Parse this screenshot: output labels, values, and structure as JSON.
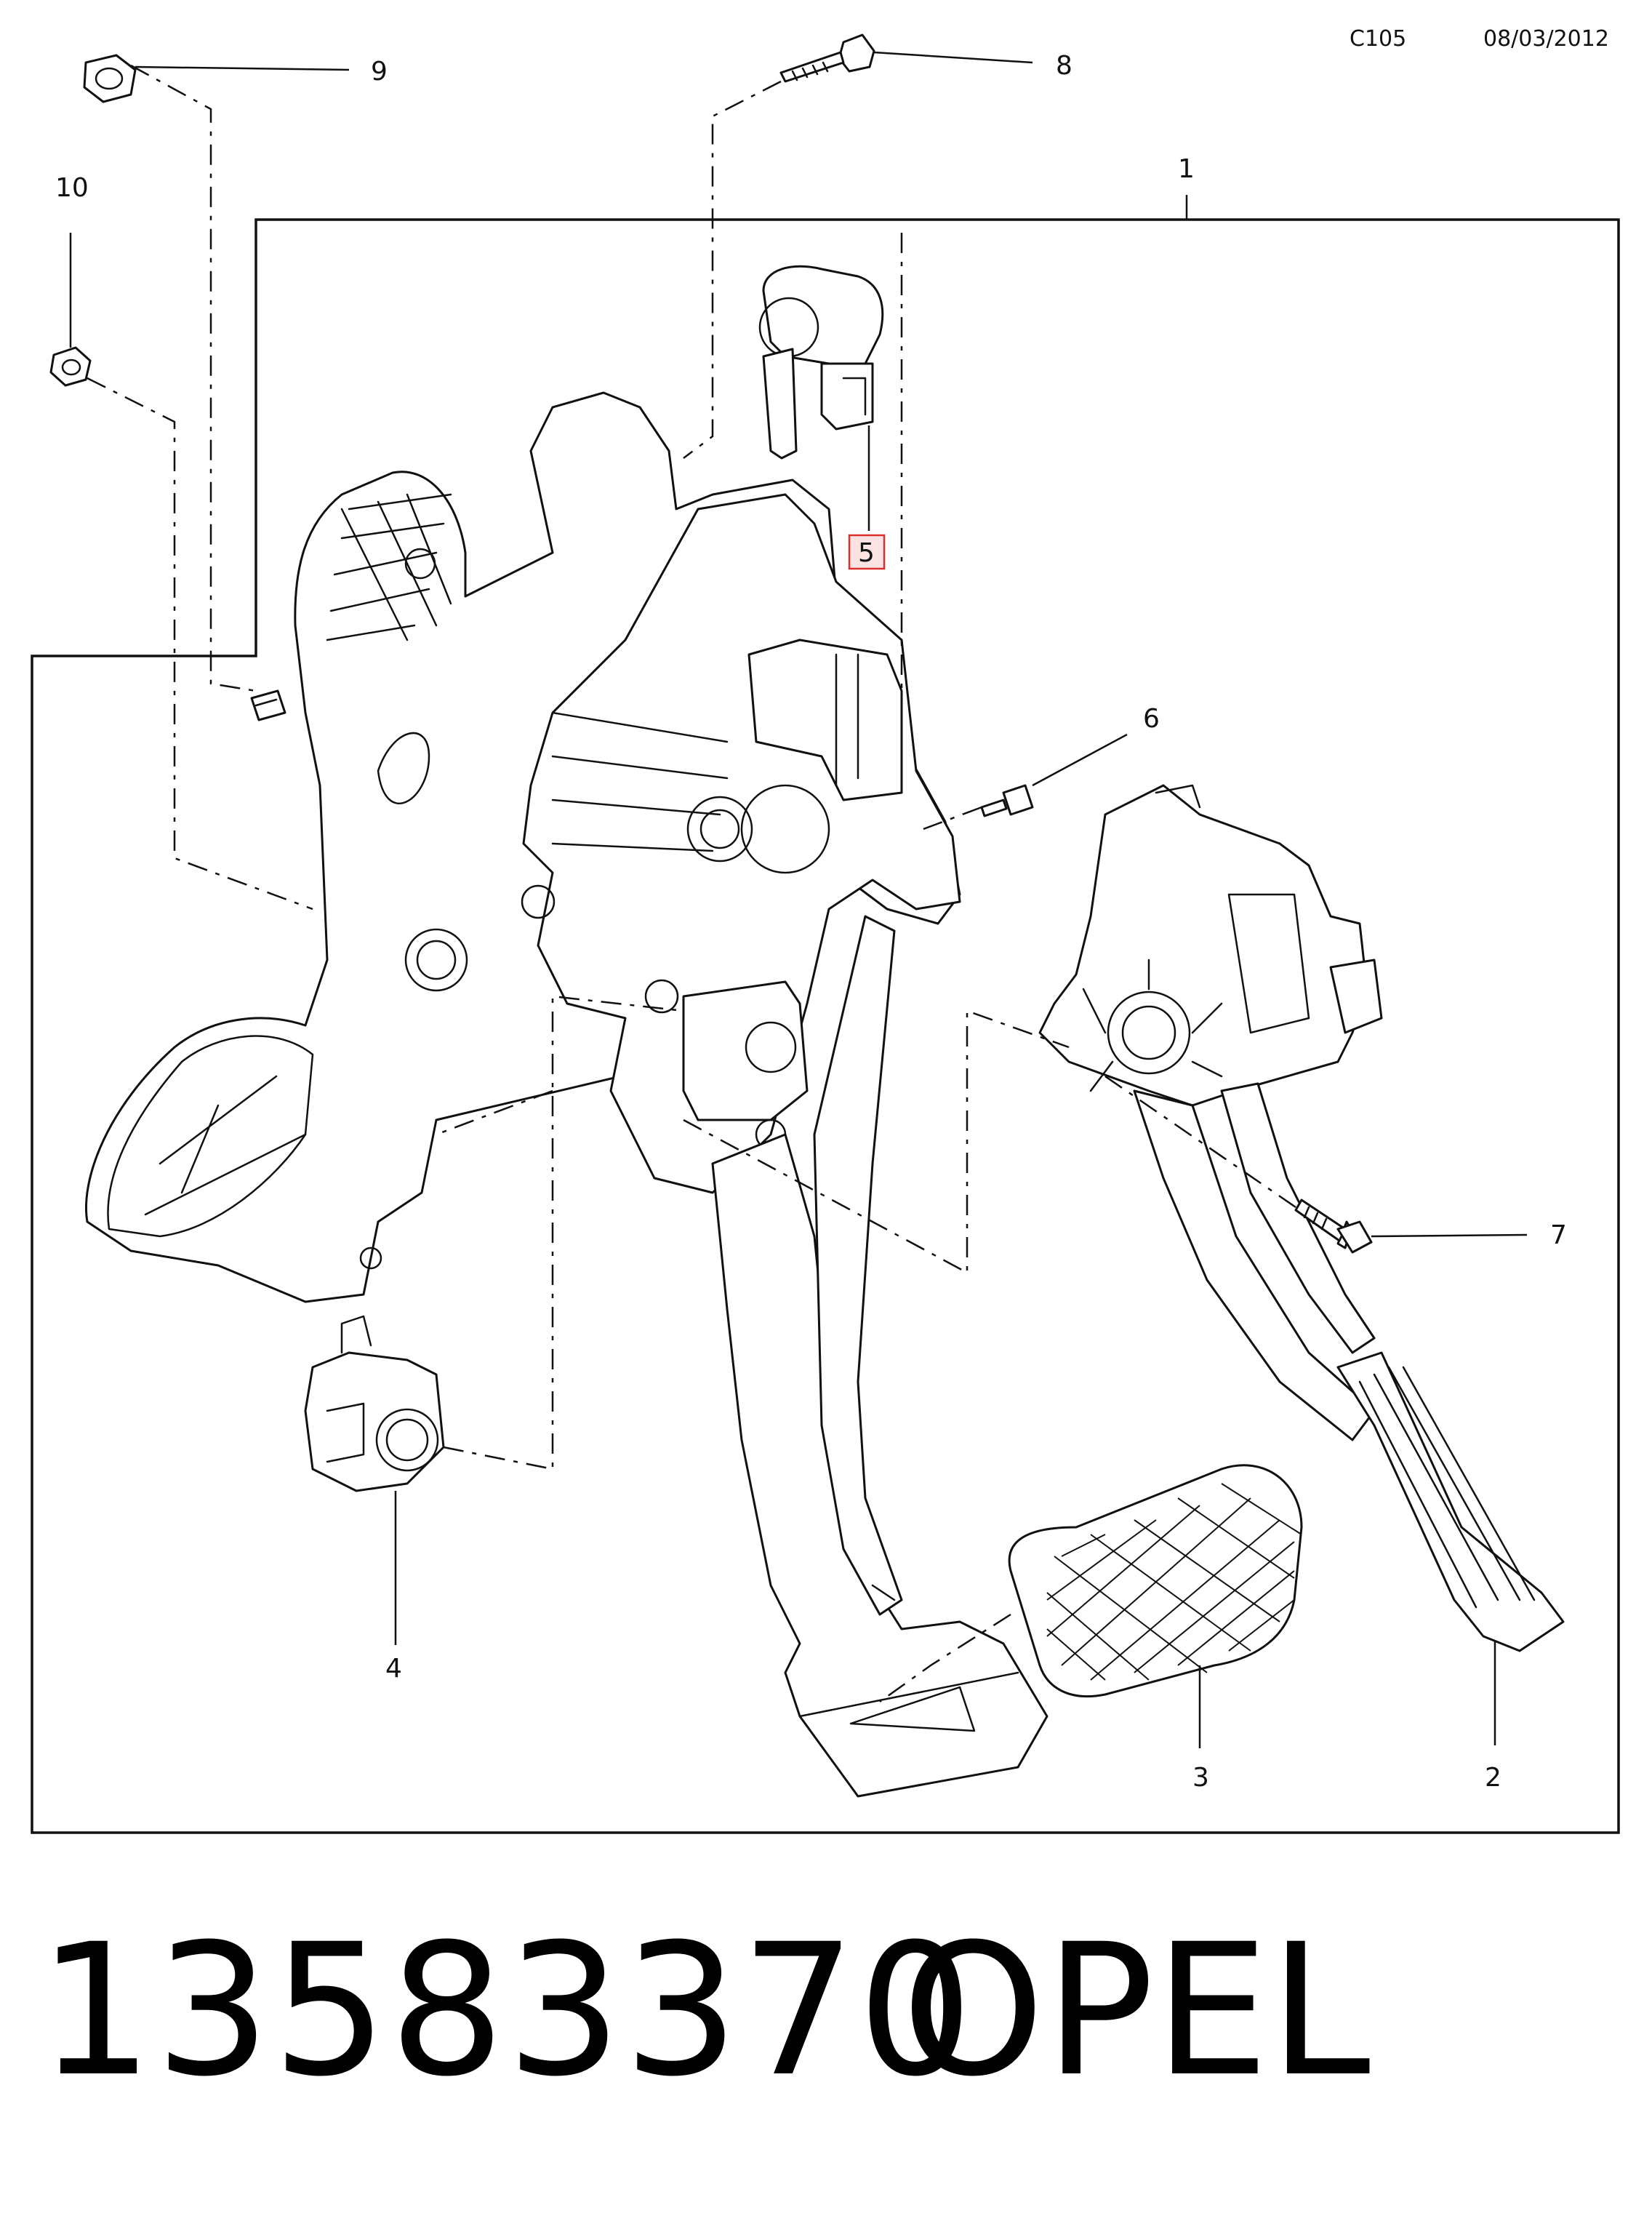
{
  "header": {
    "code": "C105",
    "date": "08/03/2012"
  },
  "callouts": [
    {
      "id": "c1",
      "label": "1"
    },
    {
      "id": "c2",
      "label": "2"
    },
    {
      "id": "c3",
      "label": "3"
    },
    {
      "id": "c4",
      "label": "4"
    },
    {
      "id": "c5",
      "label": "5",
      "highlighted": true
    },
    {
      "id": "c6",
      "label": "6"
    },
    {
      "id": "c7",
      "label": "7"
    },
    {
      "id": "c8",
      "label": "8"
    },
    {
      "id": "c9",
      "label": "9"
    },
    {
      "id": "c10",
      "label": "10"
    }
  ],
  "footer": {
    "part_number": "13583370",
    "brand": "OPEL"
  },
  "colors": {
    "line": "#111111",
    "highlight_border": "#d9302c",
    "highlight_fill": "#fbe3e3"
  }
}
